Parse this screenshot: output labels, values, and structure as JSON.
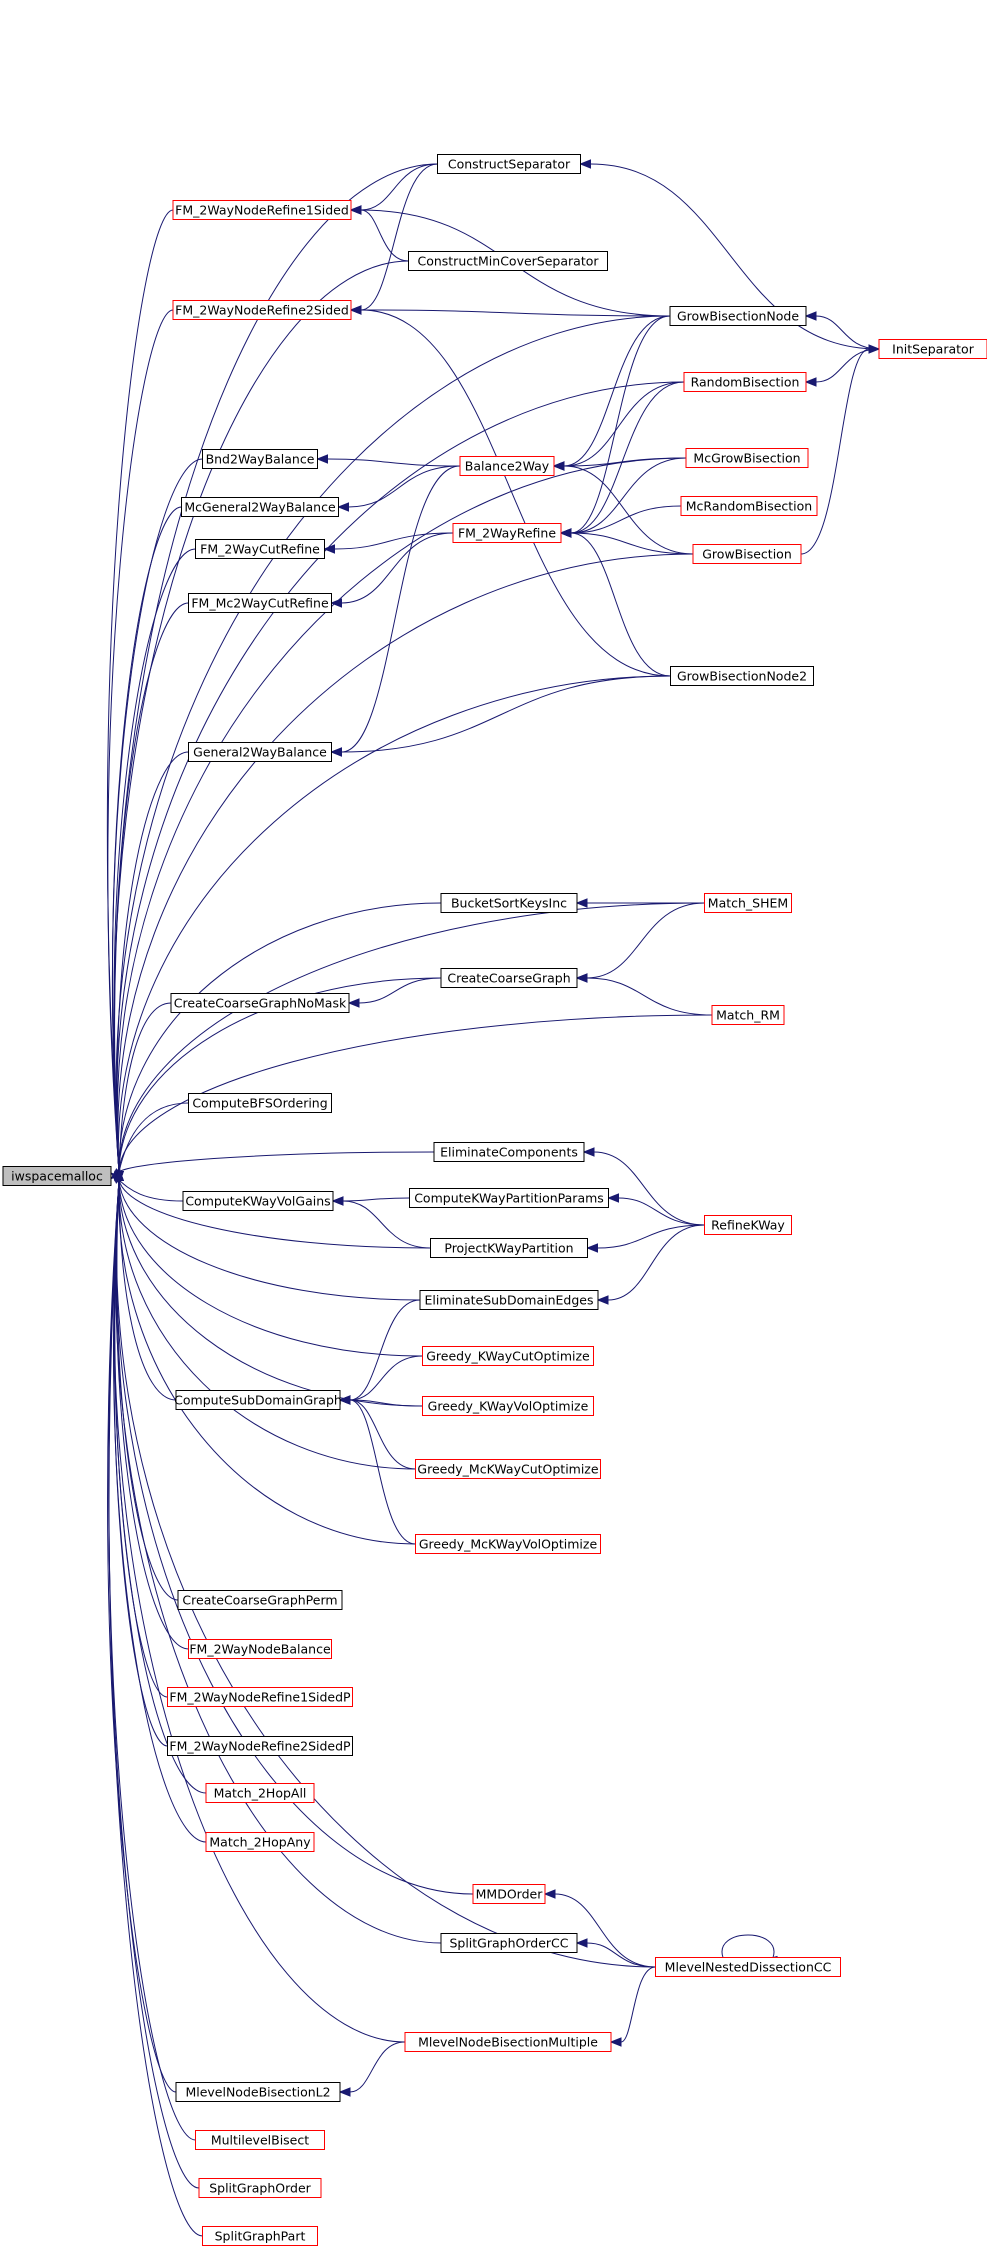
{
  "graph": {
    "colors": {
      "edge": "#191970",
      "arrow": "#191970",
      "box_border_black": "#000000",
      "box_border_red": "#ff0000",
      "root_fill": "#bfbfbf",
      "box_fill": "#ffffff"
    },
    "nodes": [
      {
        "id": "iwspacemalloc",
        "label": "iwspacemalloc",
        "style": "root"
      },
      {
        "id": "ConstructSeparator",
        "label": "ConstructSeparator",
        "style": "black"
      },
      {
        "id": "FM_2WayNodeRefine1Sided",
        "label": "FM_2WayNodeRefine1Sided",
        "style": "red"
      },
      {
        "id": "ConstructMinCoverSeparator",
        "label": "ConstructMinCoverSeparator",
        "style": "black"
      },
      {
        "id": "FM_2WayNodeRefine2Sided",
        "label": "FM_2WayNodeRefine2Sided",
        "style": "red"
      },
      {
        "id": "GrowBisectionNode",
        "label": "GrowBisectionNode",
        "style": "black"
      },
      {
        "id": "InitSeparator",
        "label": "InitSeparator",
        "style": "red"
      },
      {
        "id": "RandomBisection",
        "label": "RandomBisection",
        "style": "red"
      },
      {
        "id": "Bnd2WayBalance",
        "label": "Bnd2WayBalance",
        "style": "black"
      },
      {
        "id": "Balance2Way",
        "label": "Balance2Way",
        "style": "red"
      },
      {
        "id": "McGrowBisection",
        "label": "McGrowBisection",
        "style": "red"
      },
      {
        "id": "McGeneral2WayBalance",
        "label": "McGeneral2WayBalance",
        "style": "black"
      },
      {
        "id": "McRandomBisection",
        "label": "McRandomBisection",
        "style": "red"
      },
      {
        "id": "FM_2WayCutRefine",
        "label": "FM_2WayCutRefine",
        "style": "black"
      },
      {
        "id": "FM_2WayRefine",
        "label": "FM_2WayRefine",
        "style": "red"
      },
      {
        "id": "GrowBisection",
        "label": "GrowBisection",
        "style": "red"
      },
      {
        "id": "FM_Mc2WayCutRefine",
        "label": "FM_Mc2WayCutRefine",
        "style": "black"
      },
      {
        "id": "GrowBisectionNode2",
        "label": "GrowBisectionNode2",
        "style": "black"
      },
      {
        "id": "General2WayBalance",
        "label": "General2WayBalance",
        "style": "black"
      },
      {
        "id": "BucketSortKeysInc",
        "label": "BucketSortKeysInc",
        "style": "black"
      },
      {
        "id": "Match_SHEM",
        "label": "Match_SHEM",
        "style": "red"
      },
      {
        "id": "CreateCoarseGraph",
        "label": "CreateCoarseGraph",
        "style": "black"
      },
      {
        "id": "CreateCoarseGraphNoMask",
        "label": "CreateCoarseGraphNoMask",
        "style": "black"
      },
      {
        "id": "Match_RM",
        "label": "Match_RM",
        "style": "red"
      },
      {
        "id": "ComputeBFSOrdering",
        "label": "ComputeBFSOrdering",
        "style": "black"
      },
      {
        "id": "EliminateComponents",
        "label": "EliminateComponents",
        "style": "black"
      },
      {
        "id": "ComputeKWayVolGains",
        "label": "ComputeKWayVolGains",
        "style": "black"
      },
      {
        "id": "ComputeKWayPartitionParams",
        "label": "ComputeKWayPartitionParams",
        "style": "black"
      },
      {
        "id": "RefineKWay",
        "label": "RefineKWay",
        "style": "red"
      },
      {
        "id": "ProjectKWayPartition",
        "label": "ProjectKWayPartition",
        "style": "black"
      },
      {
        "id": "EliminateSubDomainEdges",
        "label": "EliminateSubDomainEdges",
        "style": "black"
      },
      {
        "id": "Greedy_KWayCutOptimize",
        "label": "Greedy_KWayCutOptimize",
        "style": "red"
      },
      {
        "id": "ComputeSubDomainGraph",
        "label": "ComputeSubDomainGraph",
        "style": "black"
      },
      {
        "id": "Greedy_KWayVolOptimize",
        "label": "Greedy_KWayVolOptimize",
        "style": "red"
      },
      {
        "id": "Greedy_McKWayCutOptimize",
        "label": "Greedy_McKWayCutOptimize",
        "style": "red"
      },
      {
        "id": "Greedy_McKWayVolOptimize",
        "label": "Greedy_McKWayVolOptimize",
        "style": "red"
      },
      {
        "id": "CreateCoarseGraphPerm",
        "label": "CreateCoarseGraphPerm",
        "style": "black"
      },
      {
        "id": "FM_2WayNodeBalance",
        "label": "FM_2WayNodeBalance",
        "style": "red"
      },
      {
        "id": "FM_2WayNodeRefine1SidedP",
        "label": "FM_2WayNodeRefine1SidedP",
        "style": "red"
      },
      {
        "id": "FM_2WayNodeRefine2SidedP",
        "label": "FM_2WayNodeRefine2SidedP",
        "style": "black"
      },
      {
        "id": "Match_2HopAll",
        "label": "Match_2HopAll",
        "style": "red"
      },
      {
        "id": "Match_2HopAny",
        "label": "Match_2HopAny",
        "style": "red"
      },
      {
        "id": "MMDOrder",
        "label": "MMDOrder",
        "style": "red"
      },
      {
        "id": "SplitGraphOrderCC",
        "label": "SplitGraphOrderCC",
        "style": "black"
      },
      {
        "id": "MlevelNestedDissectionCC",
        "label": "MlevelNestedDissectionCC",
        "style": "red"
      },
      {
        "id": "MlevelNodeBisectionMultiple",
        "label": "MlevelNodeBisectionMultiple",
        "style": "red"
      },
      {
        "id": "MlevelNodeBisectionL2",
        "label": "MlevelNodeBisectionL2",
        "style": "black"
      },
      {
        "id": "MultilevelBisect",
        "label": "MultilevelBisect",
        "style": "red"
      },
      {
        "id": "SplitGraphOrder",
        "label": "SplitGraphOrder",
        "style": "red"
      },
      {
        "id": "SplitGraphPart",
        "label": "SplitGraphPart",
        "style": "red"
      }
    ],
    "edges": [
      [
        "ConstructSeparator",
        "FM_2WayNodeRefine1Sided"
      ],
      [
        "ConstructSeparator",
        "FM_2WayNodeRefine2Sided"
      ],
      [
        "ConstructMinCoverSeparator",
        "FM_2WayNodeRefine1Sided"
      ],
      [
        "GrowBisectionNode",
        "FM_2WayNodeRefine1Sided"
      ],
      [
        "GrowBisectionNode",
        "FM_2WayNodeRefine2Sided"
      ],
      [
        "GrowBisectionNode2",
        "FM_2WayNodeRefine2Sided"
      ],
      [
        "InitSeparator",
        "ConstructSeparator"
      ],
      [
        "InitSeparator",
        "GrowBisectionNode"
      ],
      [
        "InitSeparator",
        "RandomBisection"
      ],
      [
        "GrowBisection",
        "InitSeparator"
      ],
      [
        "Balance2Way",
        "Bnd2WayBalance"
      ],
      [
        "Balance2Way",
        "McGeneral2WayBalance"
      ],
      [
        "Balance2Way",
        "General2WayBalance"
      ],
      [
        "RandomBisection",
        "Balance2Way"
      ],
      [
        "McGrowBisection",
        "Balance2Way"
      ],
      [
        "GrowBisection",
        "Balance2Way"
      ],
      [
        "GrowBisectionNode",
        "Balance2Way"
      ],
      [
        "FM_2WayRefine",
        "FM_2WayCutRefine"
      ],
      [
        "FM_2WayRefine",
        "FM_Mc2WayCutRefine"
      ],
      [
        "RandomBisection",
        "FM_2WayRefine"
      ],
      [
        "McGrowBisection",
        "FM_2WayRefine"
      ],
      [
        "McRandomBisection",
        "FM_2WayRefine"
      ],
      [
        "GrowBisection",
        "FM_2WayRefine"
      ],
      [
        "GrowBisectionNode",
        "FM_2WayRefine"
      ],
      [
        "GrowBisectionNode2",
        "FM_2WayRefine"
      ],
      [
        "GrowBisectionNode2",
        "General2WayBalance"
      ],
      [
        "Match_SHEM",
        "BucketSortKeysInc"
      ],
      [
        "Match_SHEM",
        "CreateCoarseGraph"
      ],
      [
        "Match_RM",
        "CreateCoarseGraph"
      ],
      [
        "CreateCoarseGraph",
        "CreateCoarseGraphNoMask"
      ],
      [
        "RefineKWay",
        "EliminateComponents"
      ],
      [
        "RefineKWay",
        "ComputeKWayPartitionParams"
      ],
      [
        "RefineKWay",
        "ProjectKWayPartition"
      ],
      [
        "RefineKWay",
        "EliminateSubDomainEdges"
      ],
      [
        "ComputeKWayPartitionParams",
        "ComputeKWayVolGains"
      ],
      [
        "ProjectKWayPartition",
        "ComputeKWayVolGains"
      ],
      [
        "EliminateSubDomainEdges",
        "ComputeSubDomainGraph"
      ],
      [
        "Greedy_KWayCutOptimize",
        "ComputeSubDomainGraph"
      ],
      [
        "Greedy_KWayVolOptimize",
        "ComputeSubDomainGraph"
      ],
      [
        "Greedy_McKWayCutOptimize",
        "ComputeSubDomainGraph"
      ],
      [
        "Greedy_McKWayVolOptimize",
        "ComputeSubDomainGraph"
      ],
      [
        "MlevelNestedDissectionCC",
        "MMDOrder"
      ],
      [
        "MlevelNestedDissectionCC",
        "SplitGraphOrderCC"
      ],
      [
        "MlevelNestedDissectionCC",
        "MlevelNodeBisectionMultiple"
      ],
      [
        "MlevelNestedDissectionCC",
        "MlevelNestedDissectionCC"
      ],
      [
        "MlevelNodeBisectionMultiple",
        "MlevelNodeBisectionL2"
      ],
      [
        "ConstructSeparator",
        "iwspacemalloc"
      ],
      [
        "FM_2WayNodeRefine1Sided",
        "iwspacemalloc"
      ],
      [
        "ConstructMinCoverSeparator",
        "iwspacemalloc"
      ],
      [
        "FM_2WayNodeRefine2Sided",
        "iwspacemalloc"
      ],
      [
        "GrowBisectionNode",
        "iwspacemalloc"
      ],
      [
        "RandomBisection",
        "iwspacemalloc"
      ],
      [
        "Bnd2WayBalance",
        "iwspacemalloc"
      ],
      [
        "McGrowBisection",
        "iwspacemalloc"
      ],
      [
        "McGeneral2WayBalance",
        "iwspacemalloc"
      ],
      [
        "FM_2WayCutRefine",
        "iwspacemalloc"
      ],
      [
        "FM_Mc2WayCutRefine",
        "iwspacemalloc"
      ],
      [
        "GrowBisection",
        "iwspacemalloc"
      ],
      [
        "GrowBisectionNode2",
        "iwspacemalloc"
      ],
      [
        "General2WayBalance",
        "iwspacemalloc"
      ],
      [
        "BucketSortKeysInc",
        "iwspacemalloc"
      ],
      [
        "Match_SHEM",
        "iwspacemalloc"
      ],
      [
        "CreateCoarseGraph",
        "iwspacemalloc"
      ],
      [
        "CreateCoarseGraphNoMask",
        "iwspacemalloc"
      ],
      [
        "Match_RM",
        "iwspacemalloc"
      ],
      [
        "ComputeBFSOrdering",
        "iwspacemalloc"
      ],
      [
        "EliminateComponents",
        "iwspacemalloc"
      ],
      [
        "ComputeKWayVolGains",
        "iwspacemalloc"
      ],
      [
        "ProjectKWayPartition",
        "iwspacemalloc"
      ],
      [
        "EliminateSubDomainEdges",
        "iwspacemalloc"
      ],
      [
        "Greedy_KWayCutOptimize",
        "iwspacemalloc"
      ],
      [
        "ComputeSubDomainGraph",
        "iwspacemalloc"
      ],
      [
        "Greedy_KWayVolOptimize",
        "iwspacemalloc"
      ],
      [
        "Greedy_McKWayCutOptimize",
        "iwspacemalloc"
      ],
      [
        "Greedy_McKWayVolOptimize",
        "iwspacemalloc"
      ],
      [
        "CreateCoarseGraphPerm",
        "iwspacemalloc"
      ],
      [
        "FM_2WayNodeBalance",
        "iwspacemalloc"
      ],
      [
        "FM_2WayNodeRefine1SidedP",
        "iwspacemalloc"
      ],
      [
        "FM_2WayNodeRefine2SidedP",
        "iwspacemalloc"
      ],
      [
        "Match_2HopAll",
        "iwspacemalloc"
      ],
      [
        "Match_2HopAny",
        "iwspacemalloc"
      ],
      [
        "MMDOrder",
        "iwspacemalloc"
      ],
      [
        "SplitGraphOrderCC",
        "iwspacemalloc"
      ],
      [
        "MlevelNestedDissectionCC",
        "iwspacemalloc"
      ],
      [
        "MlevelNodeBisectionMultiple",
        "iwspacemalloc"
      ],
      [
        "MlevelNodeBisectionL2",
        "iwspacemalloc"
      ],
      [
        "MultilevelBisect",
        "iwspacemalloc"
      ],
      [
        "SplitGraphOrder",
        "iwspacemalloc"
      ],
      [
        "SplitGraphPart",
        "iwspacemalloc"
      ]
    ]
  }
}
